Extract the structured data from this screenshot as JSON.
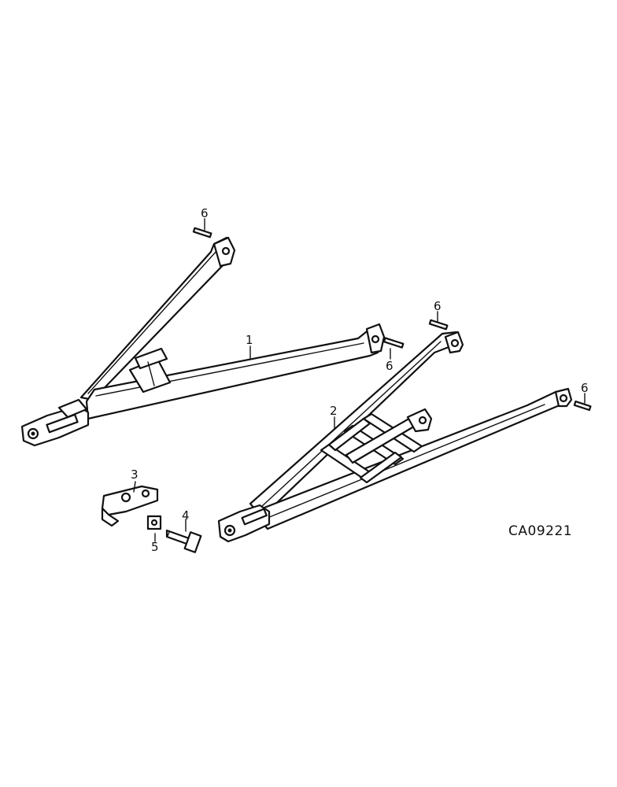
{
  "drawing_number": "CA09221",
  "callouts": {
    "c1": "1",
    "c2": "2",
    "c3": "3",
    "c4": "4",
    "c5": "5",
    "c6a": "6",
    "c6b": "6",
    "c6c": "6",
    "c6d": "6"
  },
  "colors": {
    "line": "#111111",
    "background": "#ffffff"
  }
}
